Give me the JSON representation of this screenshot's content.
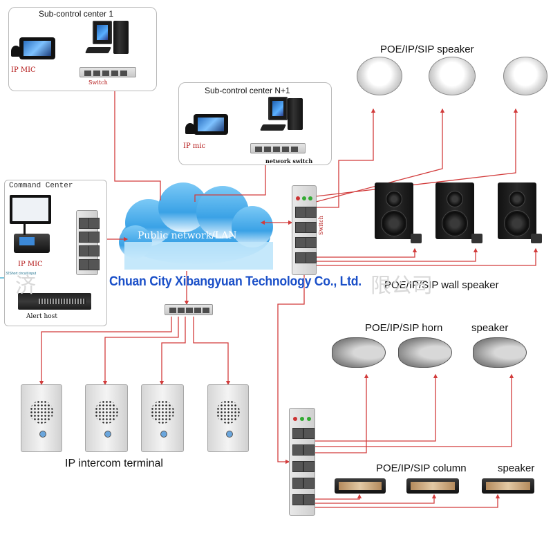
{
  "sub_control_1": {
    "title": "Sub-control center 1",
    "mic_label": "IP MIC",
    "switch_label": "Switch"
  },
  "sub_control_n": {
    "title": "Sub-control center N+1",
    "mic_label": "IP mic",
    "switch_label": "network switch"
  },
  "command_center": {
    "title": "Command Center",
    "mic_label": "IP MIC",
    "alert_label": "Alert host",
    "circuit_label": "32Short circuit input"
  },
  "network": {
    "label": "Public network/LAN"
  },
  "main_switch": {
    "label": "Switch"
  },
  "groups": {
    "ceiling_speaker": "POE/IP/SIP speaker",
    "wall_speaker": "POE/IP/SIP wall speaker",
    "horn_speaker_a": "POE/IP/SIP horn",
    "horn_speaker_b": "speaker",
    "column_speaker_a": "POE/IP/SIP column",
    "column_speaker_b": "speaker",
    "intercom": "IP intercom terminal"
  },
  "watermark": {
    "text": "Chuan City Xibangyuan Technology Co., Ltd.",
    "cn_left": "济",
    "cn_right": "限公司"
  },
  "colors": {
    "wire": "#d23b3b",
    "cloud": "#4fb0ee",
    "watermark": "#1a4fc8",
    "accent_blue": "#2aa3c9"
  }
}
